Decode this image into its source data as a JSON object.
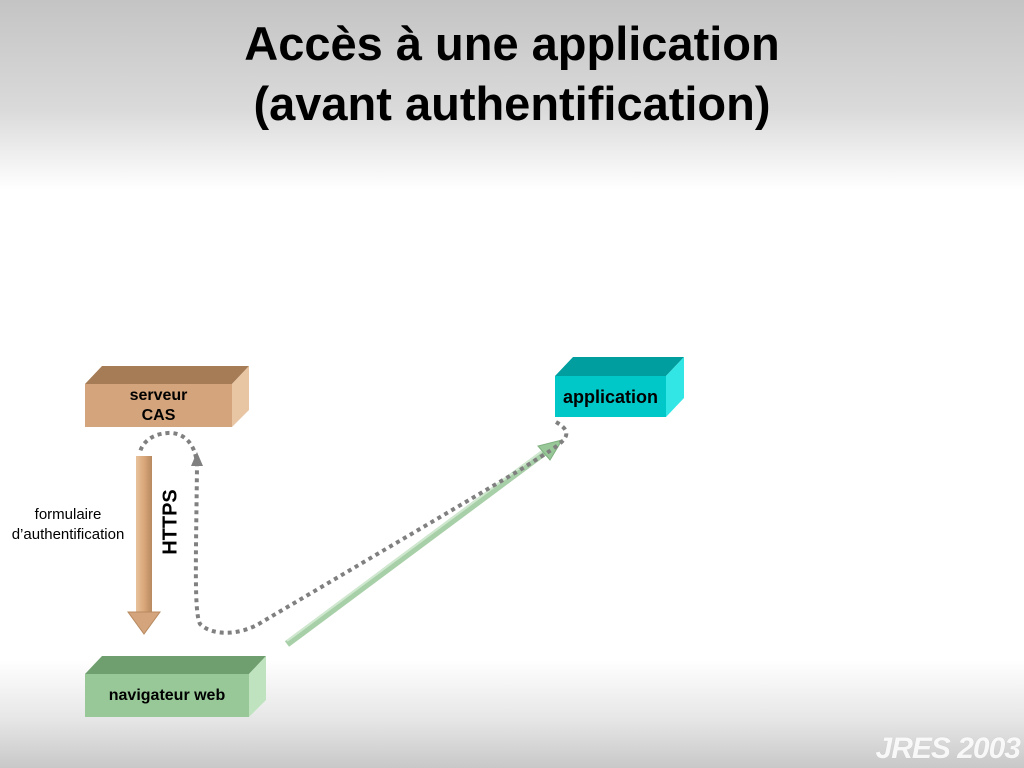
{
  "title": {
    "line1": "Accès à une application",
    "line2": "(avant authentification)"
  },
  "nodes": {
    "cas_server": {
      "line1": "serveur",
      "line2": "CAS",
      "color": "#d4a57c"
    },
    "application": {
      "label": "application",
      "color": "#00c8c8"
    },
    "browser": {
      "label": "navigateur web",
      "color": "#98c898"
    }
  },
  "edges": {
    "form_label_line1": "formulaire",
    "form_label_line2": "d’authentification",
    "protocol_label": "HTTPS"
  },
  "colors": {
    "dotted_path": "#808080",
    "form_arrow": "#d4a57c",
    "request_arrow": "#98c898"
  },
  "watermark": "JRES 2003"
}
